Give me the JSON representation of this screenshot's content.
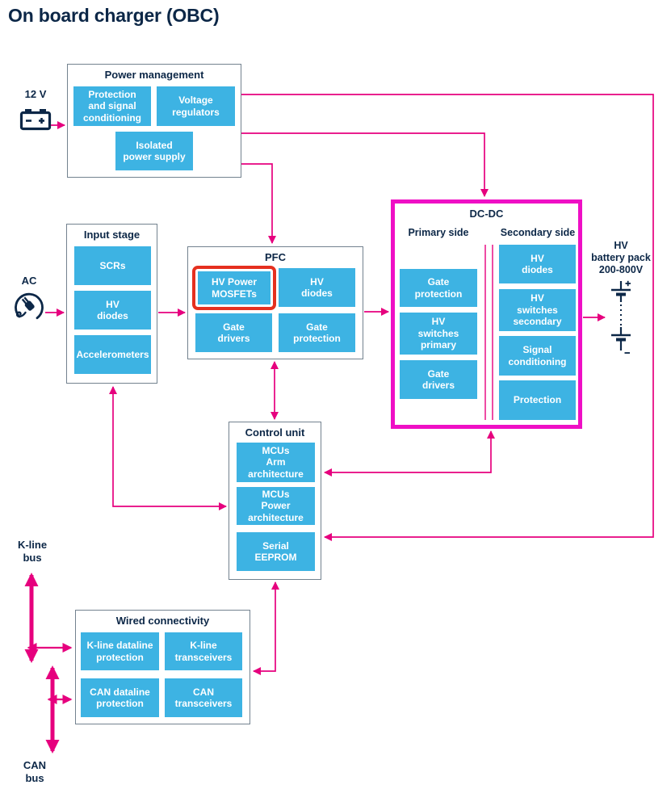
{
  "title": "On board charger (OBC)",
  "colors": {
    "navy_text": "#0c2747",
    "chip_blue": "#3db3e3",
    "arrow_pink": "#e6007e",
    "dcdc_highlight_magenta": "#ef0fc5",
    "red_highlight": "#e5301f",
    "box_border_gray": "#73828f"
  },
  "peripherals": {
    "battery_12v_label": "12 V",
    "ac_label": "AC",
    "hv_battery_label": "HV\nbattery pack\n200-800V",
    "kline_bus_label": "K-line\nbus",
    "can_bus_label": "CAN\nbus"
  },
  "power_management": {
    "title": "Power management",
    "items": [
      "Protection\nand signal\nconditioning",
      "Voltage\nregulators",
      "Isolated\npower supply"
    ]
  },
  "input_stage": {
    "title": "Input stage",
    "items": [
      "SCRs",
      "HV\ndiodes",
      "Accelerometers"
    ]
  },
  "pfc": {
    "title": "PFC",
    "highlighted_item": "HV Power\nMOSFETs",
    "items": [
      "HV Power\nMOSFETs",
      "HV\ndiodes",
      "Gate\ndrivers",
      "Gate\nprotection"
    ]
  },
  "dcdc": {
    "title": "DC-DC",
    "primary": {
      "title": "Primary side",
      "items": [
        "Gate\nprotection",
        "HV\nswitches\nprimary",
        "Gate\ndrivers"
      ]
    },
    "secondary": {
      "title": "Secondary side",
      "items": [
        "HV\ndiodes",
        "HV\nswitches\nsecondary",
        "Signal\nconditioning",
        "Protection"
      ]
    }
  },
  "control_unit": {
    "title": "Control unit",
    "items": [
      "MCUs\nArm\narchitecture",
      "MCUs\nPower\narchitecture",
      "Serial\nEEPROM"
    ]
  },
  "wired_connectivity": {
    "title": "Wired connectivity",
    "items": [
      "K-line dataline\nprotection",
      "K-line\ntransceivers",
      "CAN dataline\nprotection",
      "CAN\ntransceivers"
    ]
  }
}
